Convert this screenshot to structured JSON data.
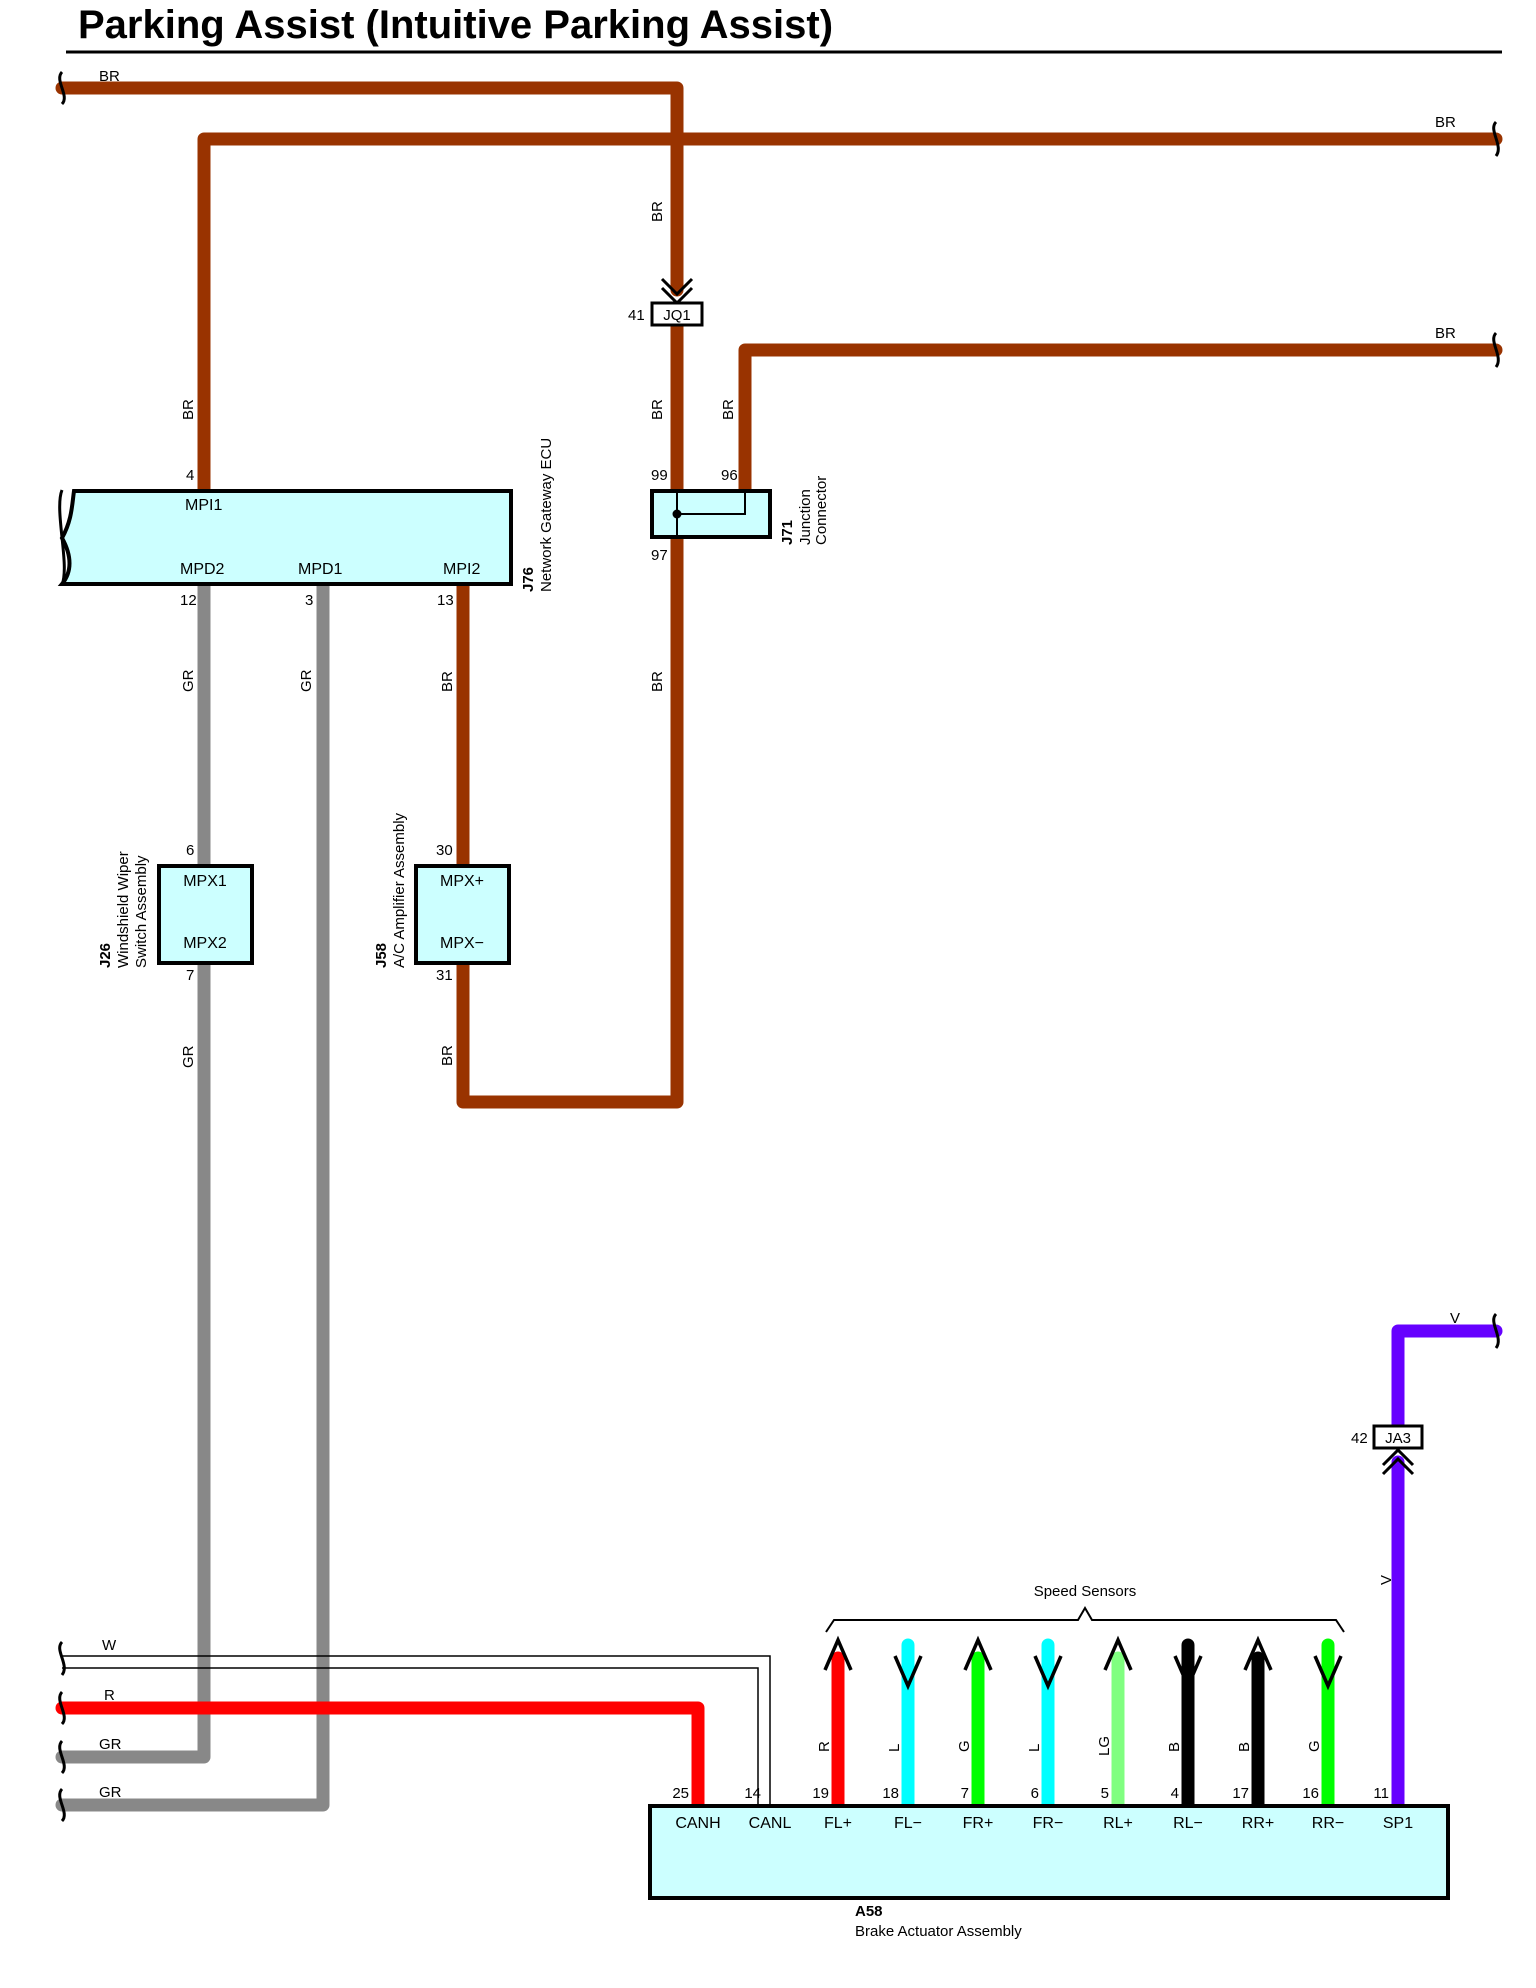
{
  "title": "Parking Assist (Intuitive Parking Assist)",
  "colors": {
    "brown": "#993300",
    "gray": "#888888",
    "red": "#ff0000",
    "cyan": "#00ffff",
    "green": "#00ff00",
    "light_green": "#80ff80",
    "black": "#000000",
    "violet": "#6600ff",
    "component_fill": "#ccffff"
  },
  "wire_codes": {
    "br": "BR",
    "gr": "GR",
    "w": "W",
    "r": "R",
    "l": "L",
    "g": "G",
    "lg": "LG",
    "b": "B",
    "v": "V"
  },
  "components": {
    "j76": {
      "code": "J76",
      "name": "Network Gateway ECU",
      "terminals": {
        "mpi1": "MPI1",
        "mpd2": "MPD2",
        "mpd1": "MPD1",
        "mpi2": "MPI2"
      },
      "pins": {
        "mpi1": "4",
        "mpd2": "12",
        "mpd1": "3",
        "mpi2": "13"
      }
    },
    "j71": {
      "code": "J71",
      "name_line1": "Junction",
      "name_line2": "Connector",
      "pins": {
        "in_left": "99",
        "in_right": "96",
        "out": "97"
      }
    },
    "j26": {
      "code": "J26",
      "name_line1": "Windshield Wiper",
      "name_line2": "Switch Assembly",
      "terminals": {
        "mpx1": "MPX1",
        "mpx2": "MPX2"
      },
      "pins": {
        "mpx1": "6",
        "mpx2": "7"
      }
    },
    "j58": {
      "code": "J58",
      "name": "A/C Amplifier Assembly",
      "terminals": {
        "mpx_plus": "MPX+",
        "mpx_minus": "MPX−"
      },
      "pins": {
        "mpx_plus": "30",
        "mpx_minus": "31"
      }
    },
    "a58": {
      "code": "A58",
      "name": "Brake Actuator Assembly",
      "terminals": [
        {
          "label": "CANH",
          "pin": "25"
        },
        {
          "label": "CANL",
          "pin": "14"
        },
        {
          "label": "FL+",
          "pin": "19"
        },
        {
          "label": "FL−",
          "pin": "18"
        },
        {
          "label": "FR+",
          "pin": "7"
        },
        {
          "label": "FR−",
          "pin": "6"
        },
        {
          "label": "RL+",
          "pin": "5"
        },
        {
          "label": "RL−",
          "pin": "4"
        },
        {
          "label": "RR+",
          "pin": "17"
        },
        {
          "label": "RR−",
          "pin": "16"
        },
        {
          "label": "SP1",
          "pin": "11"
        }
      ]
    }
  },
  "connectors": {
    "jq1": {
      "label": "JQ1",
      "pin": "41"
    },
    "ja3": {
      "label": "JA3",
      "pin": "42"
    }
  },
  "speed_sensors_label": "Speed Sensors"
}
